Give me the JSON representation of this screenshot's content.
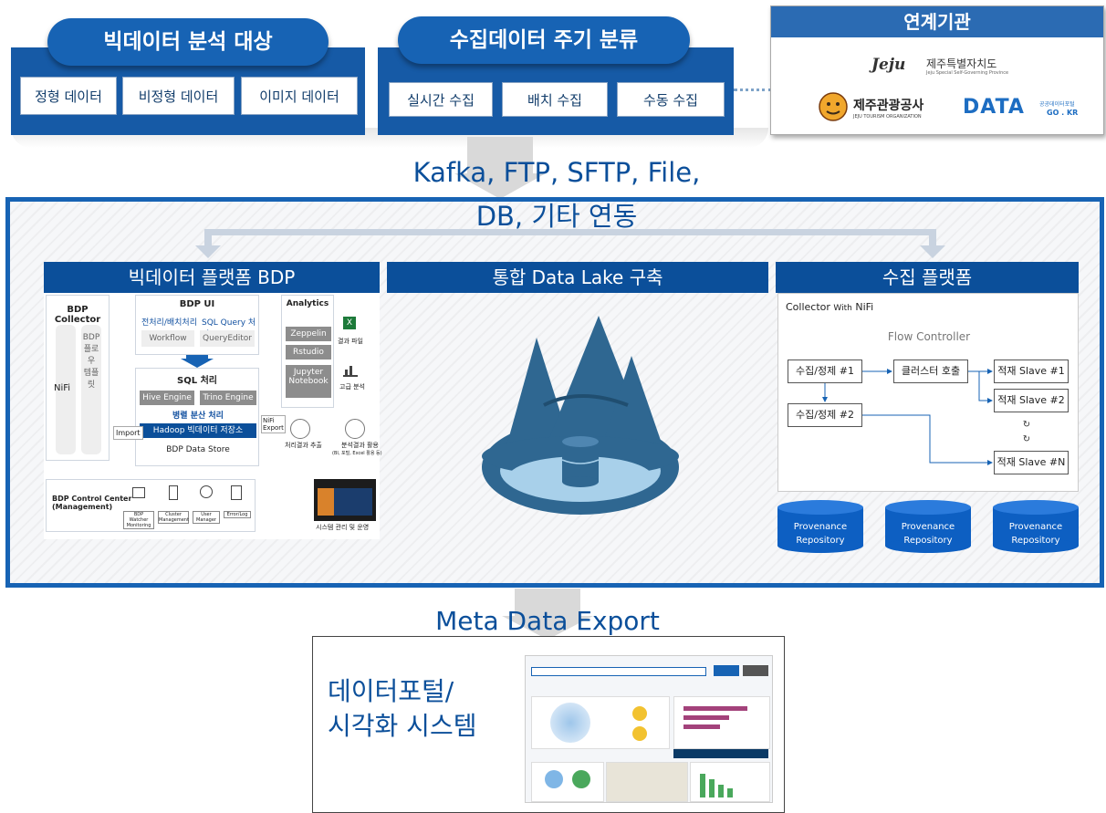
{
  "top": {
    "analysis_target": {
      "title": "빅데이터 분석 대상",
      "items": [
        "정형 데이터",
        "비정형 데이터",
        "이미지 데이터"
      ]
    },
    "collection_cycle": {
      "title": "수집데이터 주기 분류",
      "items": [
        "실시간 수집",
        "배치 수집",
        "수동 수집"
      ]
    },
    "partners": {
      "title": "연계기관",
      "jeju_logo_text": "Jeju",
      "jeju_name": "제주특별자치도",
      "jeju_sub": "Jeju Special Self-Governing Province",
      "tourism_name": "제주관광공사",
      "tourism_sub": "JEJU TOURISM ORGANIZATION",
      "data_logo": "DATA",
      "data_sub1": "공공데이터포털",
      "data_sub2": "GO . KR"
    }
  },
  "connector_label_line1": "Kafka, FTP, SFTP, File,",
  "connector_label_line2": "DB, 기타 연동",
  "bdp": {
    "title": "빅데이터 플랫폼 BDP",
    "collector": {
      "title": "BDP Collector",
      "nifi": "NiFi",
      "template": "BDP\n플로우\n템플릿"
    },
    "ui": {
      "title": "BDP UI",
      "left_label": "전처리/배치처리",
      "right_label": "SQL Query 처리",
      "workflow": "Workflow",
      "query_editor": "QueryEditor"
    },
    "sql": {
      "title": "SQL 처리",
      "hive": "Hive Engine",
      "trino": "Trino Engine",
      "parallel": "병렬 분산 처리",
      "hadoop": "Hadoop 빅데이터 저장소",
      "store": "BDP Data Store"
    },
    "import_label": "Import",
    "nifi_export": "NiFi\nExport",
    "analytics": {
      "title": "Analytics",
      "zeppelin": "Zeppelin",
      "rstudio": "Rstudio",
      "jupyter": "Jupyter\nNotebook",
      "result_file": "결과 파일",
      "advanced": "고급 분석"
    },
    "extract": "처리결과 추출",
    "usage": "분석결과 활용",
    "usage_sub": "(BI, 포털, Excel 활용 등)",
    "control": {
      "title": "BDP Control Center\n(Management)",
      "items": [
        "BDP Watcher\nMonitoring",
        "Cluster\nManagement",
        "User\nManager",
        "Error/Log"
      ]
    },
    "system_ops": "시스템 관리 및 운영"
  },
  "lake": {
    "title": "통합 Data Lake 구축"
  },
  "collect": {
    "title": "수집 플랫폼",
    "collector_title": "Collector",
    "collector_with": "With",
    "collector_nifi": "NiFi",
    "flow_controller": "Flow Controller",
    "boxes": {
      "collect1": "수집/정제 #1",
      "collect2": "수집/정제 #2",
      "cluster_call": "클러스터 호출",
      "slave1": "적재 Slave #1",
      "slave2": "적재 Slave #2",
      "slaveN": "적재 Slave #N"
    },
    "repositories": [
      "Provenance\nRepository",
      "Provenance\nRepository",
      "Provenance\nRepository"
    ]
  },
  "meta_label": "Meta Data Export",
  "portal": {
    "title_line1": "데이터포털/",
    "title_line2": "시각화 시스템"
  },
  "colors": {
    "brand_blue": "#0b4f9a",
    "pill_blue": "#1763b4",
    "lake_blue": "#2f6791",
    "cyl_blue": "#0d5fc2"
  }
}
